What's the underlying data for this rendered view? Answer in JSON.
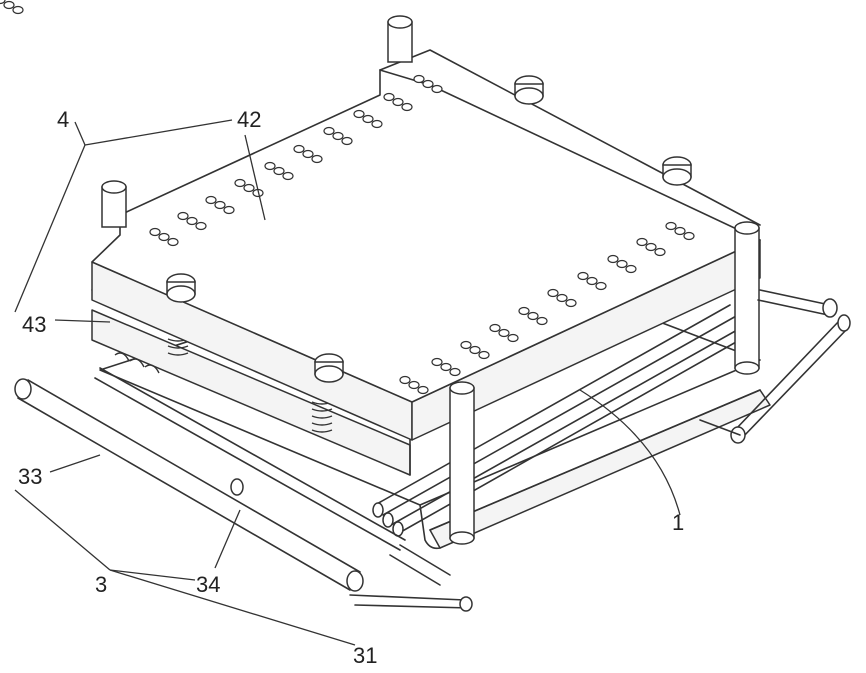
{
  "figure": {
    "callouts": {
      "c4": "4",
      "c42": "42",
      "c43": "43",
      "c33": "33",
      "c3": "3",
      "c34": "34",
      "c31": "31",
      "c1": "1"
    },
    "line_color": "#333333",
    "background": "#ffffff"
  }
}
